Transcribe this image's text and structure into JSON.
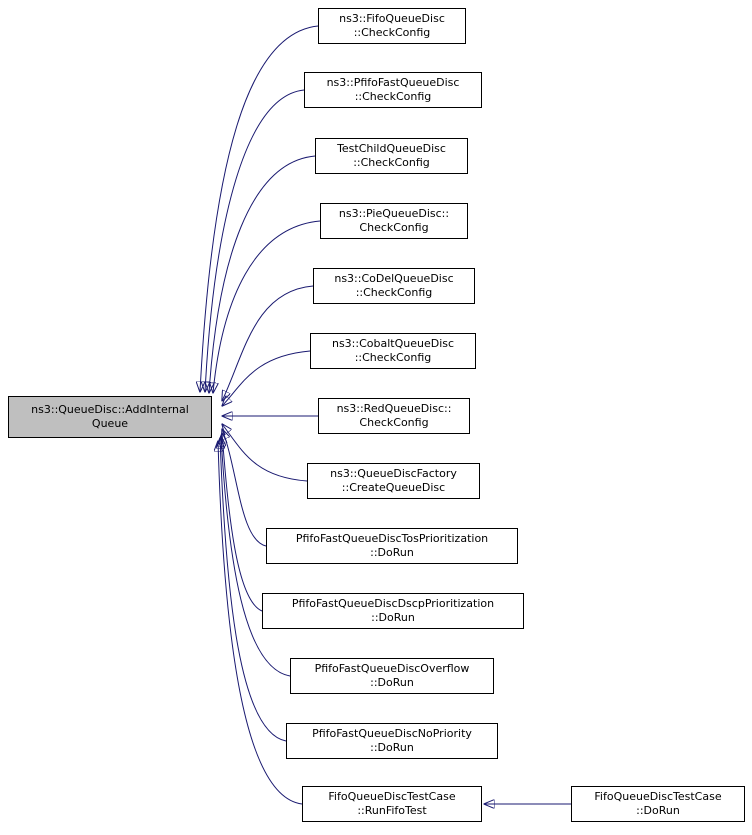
{
  "diagram": {
    "colors": {
      "edge": "#191970",
      "node_fill": "#ffffff",
      "node_border": "#000000",
      "focus_fill": "#bfbfbf"
    },
    "focus_node": {
      "label": "ns3::QueueDisc::AddInternal\nQueue"
    },
    "callers": [
      {
        "label": "ns3::FifoQueueDisc\n::CheckConfig"
      },
      {
        "label": "ns3::PfifoFastQueueDisc\n::CheckConfig"
      },
      {
        "label": "TestChildQueueDisc\n::CheckConfig"
      },
      {
        "label": "ns3::PieQueueDisc::\nCheckConfig"
      },
      {
        "label": "ns3::CoDelQueueDisc\n::CheckConfig"
      },
      {
        "label": "ns3::CobaltQueueDisc\n::CheckConfig"
      },
      {
        "label": "ns3::RedQueueDisc::\nCheckConfig"
      },
      {
        "label": "ns3::QueueDiscFactory\n::CreateQueueDisc"
      },
      {
        "label": "PfifoFastQueueDiscTosPrioritization\n::DoRun"
      },
      {
        "label": "PfifoFastQueueDiscDscpPrioritization\n::DoRun"
      },
      {
        "label": "PfifoFastQueueDiscOverflow\n::DoRun"
      },
      {
        "label": "PfifoFastQueueDiscNoPriority\n::DoRun"
      },
      {
        "label": "FifoQueueDiscTestCase\n::RunFifoTest"
      }
    ],
    "secondary_caller": {
      "label": "FifoQueueDiscTestCase\n::DoRun"
    }
  }
}
